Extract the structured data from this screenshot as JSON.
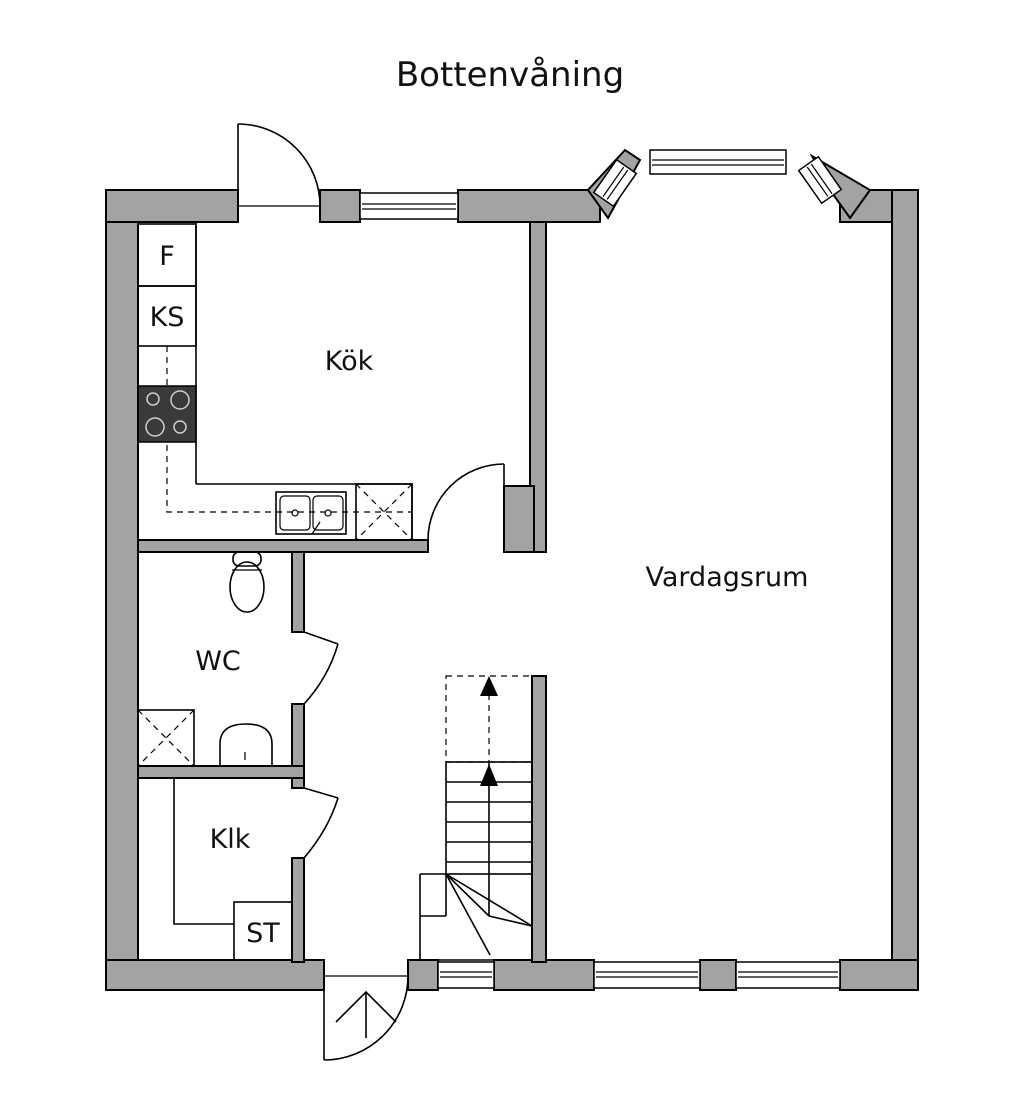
{
  "floor_title": "Bottenvåning",
  "rooms": {
    "kitchen": "Kök",
    "living_room": "Vardagsrum",
    "wc": "WC",
    "closet": "Klk"
  },
  "fixtures": {
    "fridge": "F",
    "freezer": "KS",
    "wardrobe": "ST"
  },
  "colors": {
    "wall": "#a3a3a3",
    "line": "#000000",
    "background": "#ffffff"
  }
}
